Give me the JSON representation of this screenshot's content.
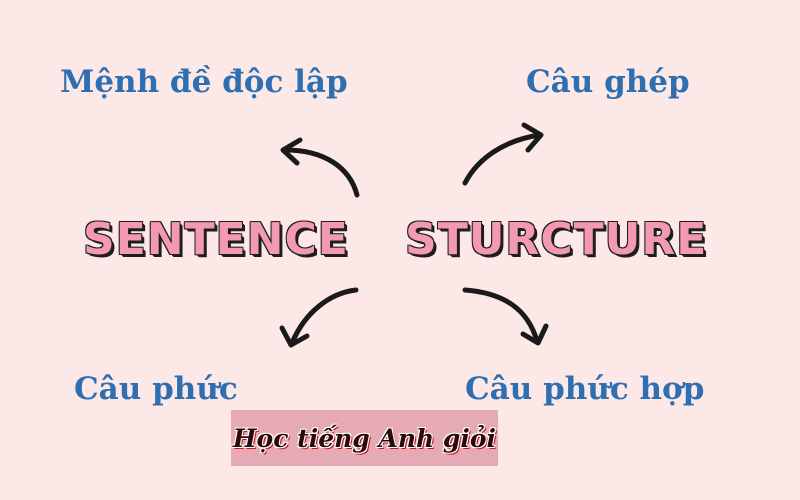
{
  "title": {
    "left": "SENTENCE",
    "right": "STURCTURE"
  },
  "branches": {
    "top_left": "Mệnh đề độc lập",
    "top_right": "Câu ghép",
    "bottom_left": "Câu phức",
    "bottom_right": "Câu phức hợp"
  },
  "watermark": "Học tiếng Anh giỏi",
  "colors": {
    "background": "#fde8e8",
    "label": "#2e6fb2",
    "title_fill": "#f39ab0",
    "title_shadow": "#1e1e1e",
    "arrow": "#1a1a1a",
    "stamp_bg": "#e5aab5"
  }
}
